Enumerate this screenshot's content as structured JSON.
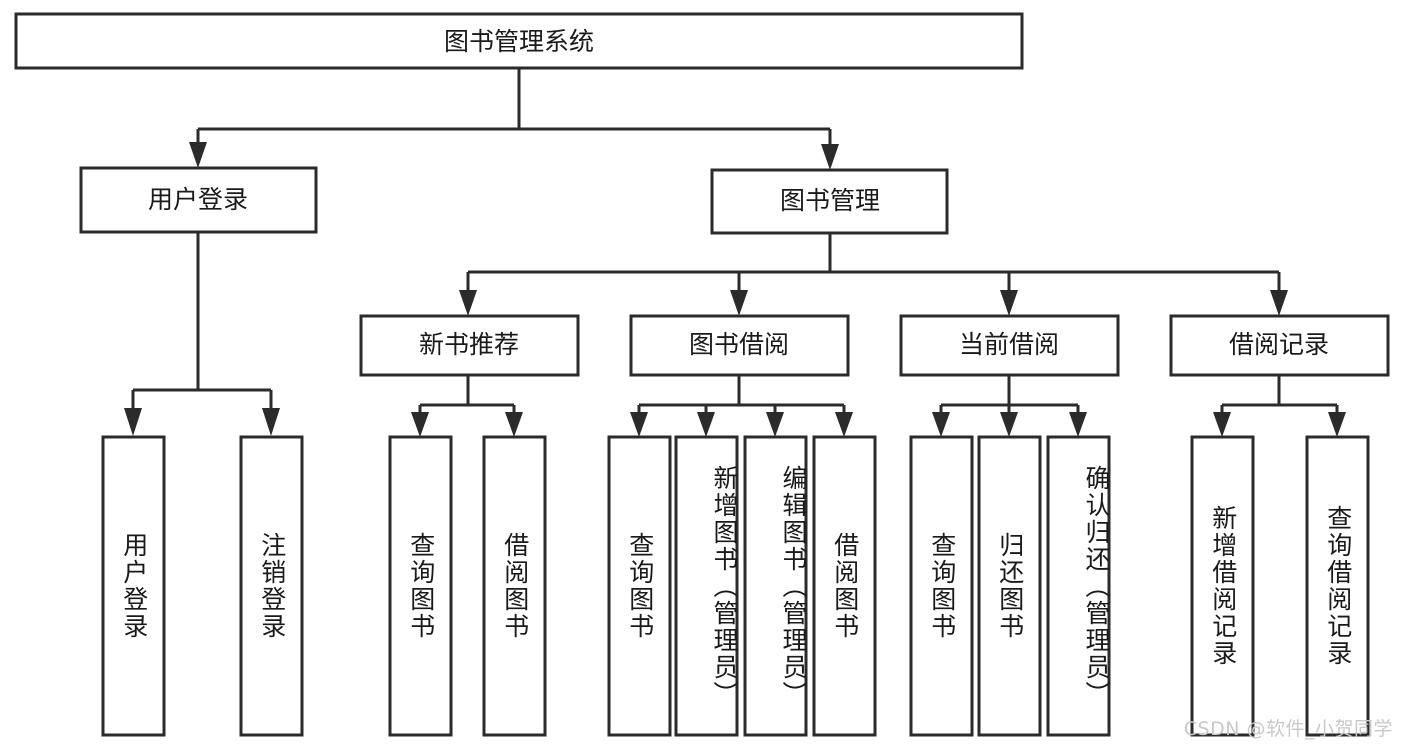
{
  "diagram": {
    "type": "tree-hierarchy",
    "title": "图书管理系统",
    "watermark": "CSDN @软件_小贺同学",
    "colors": {
      "box_stroke": "#2b2b2b",
      "box_fill": "#ffffff",
      "text": "#1a1a1a",
      "background": "#ffffff",
      "watermark": "#c9c9c9"
    },
    "levels": {
      "root": {
        "label": "图书管理系统"
      },
      "level2": [
        {
          "label": "用户登录"
        },
        {
          "label": "图书管理"
        }
      ],
      "level3": [
        {
          "label": "新书推荐"
        },
        {
          "label": "图书借阅"
        },
        {
          "label": "当前借阅"
        },
        {
          "label": "借阅记录"
        }
      ],
      "leaves": {
        "user_login": [
          {
            "label": "用户登录"
          },
          {
            "label": "注销登录"
          }
        ],
        "new_book": [
          {
            "label": "查询图书"
          },
          {
            "label": "借阅图书"
          }
        ],
        "borrow_book": [
          {
            "label": "查询图书"
          },
          {
            "label": "新增图书（管理员）"
          },
          {
            "label": "编辑图书（管理员）"
          },
          {
            "label": "借阅图书"
          }
        ],
        "current_borrow": [
          {
            "label": "查询图书"
          },
          {
            "label": "归还图书"
          },
          {
            "label": "确认归还（管理员）"
          }
        ],
        "borrow_record": [
          {
            "label": "新增借阅记录"
          },
          {
            "label": "查询借阅记录"
          }
        ]
      }
    }
  }
}
